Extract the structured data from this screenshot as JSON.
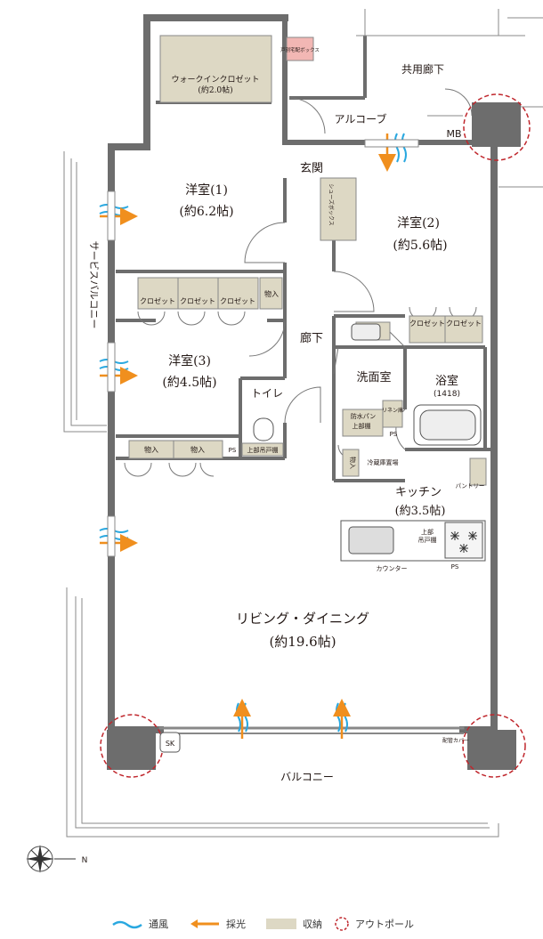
{
  "rooms": {
    "walk_in_closet": "ウォークインクロゼット",
    "walk_in_closet_area": "(約2.0帖)",
    "delivery_box": "戸別宅配ボックス",
    "shared_corridor": "共用廊下",
    "alcove": "アルコーブ",
    "mb": "MB",
    "entrance": "玄関",
    "shoes_box": "シューズボックス",
    "western1": "洋室(1)",
    "western1_area": "(約6.2帖)",
    "western2": "洋室(2)",
    "western2_area": "(約5.6帖)",
    "western3": "洋室(3)",
    "western3_area": "(約4.5帖)",
    "closet": "クロゼット",
    "storage": "物入",
    "corridor": "廊下",
    "service_balcony": "サービスバルコニー",
    "washroom": "洗面室",
    "bathroom": "浴室",
    "bath_size": "(1418)",
    "toilet": "トイレ",
    "upper_shelf": "上部吊戸棚",
    "waterproof_pan": "防水パン",
    "upper_shelf_short": "上部棚",
    "linen": "リネン庫",
    "ps": "PS",
    "fridge": "冷蔵庫置場",
    "kitchen": "キッチン",
    "kitchen_area": "(約3.5帖)",
    "pantry": "パントリー",
    "upper": "上部",
    "hanging_shelf": "吊戸棚",
    "counter": "カウンター",
    "living": "リビング・ダイニング",
    "living_area": "(約19.6帖)",
    "sk": "SK",
    "pipe_cover": "配管カバー",
    "balcony": "バルコニー",
    "north": "N"
  },
  "legend": {
    "ventilation": "通風",
    "daylight": "採光",
    "storage": "収納",
    "outpole": "アウトポール"
  },
  "colors": {
    "wall": "#6d6d6d",
    "storage": "#ddd8c4",
    "ventilation": "#29a8e0",
    "daylight": "#f08f1e",
    "outpole": "#c0272d",
    "delivery_box": "#f2b7b4"
  }
}
